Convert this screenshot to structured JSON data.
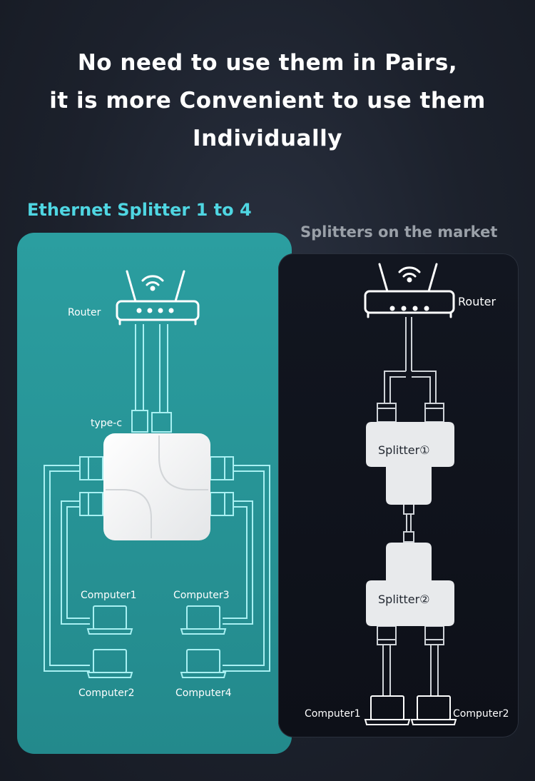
{
  "headline": {
    "line1": "No need to use them in Pairs,",
    "line2": "it is more Convenient to use them",
    "line3": "Individually"
  },
  "left": {
    "title": "Ethernet Splitter 1 to 4",
    "router_label": "Router",
    "typec_label": "type-c",
    "computers": [
      "Computer1",
      "Computer2",
      "Computer3",
      "Computer4"
    ]
  },
  "right": {
    "title": "Splitters on the market",
    "router_label": "Router",
    "splitter1_label": "Splitter①",
    "splitter2_label": "Splitter②",
    "computers": [
      "Computer1",
      "Computer2"
    ]
  },
  "colors": {
    "accent": "#4fd6e2",
    "left_panel": "#2b9ea0",
    "right_panel": "#0f131b",
    "line_light": "#a8f0f2"
  }
}
